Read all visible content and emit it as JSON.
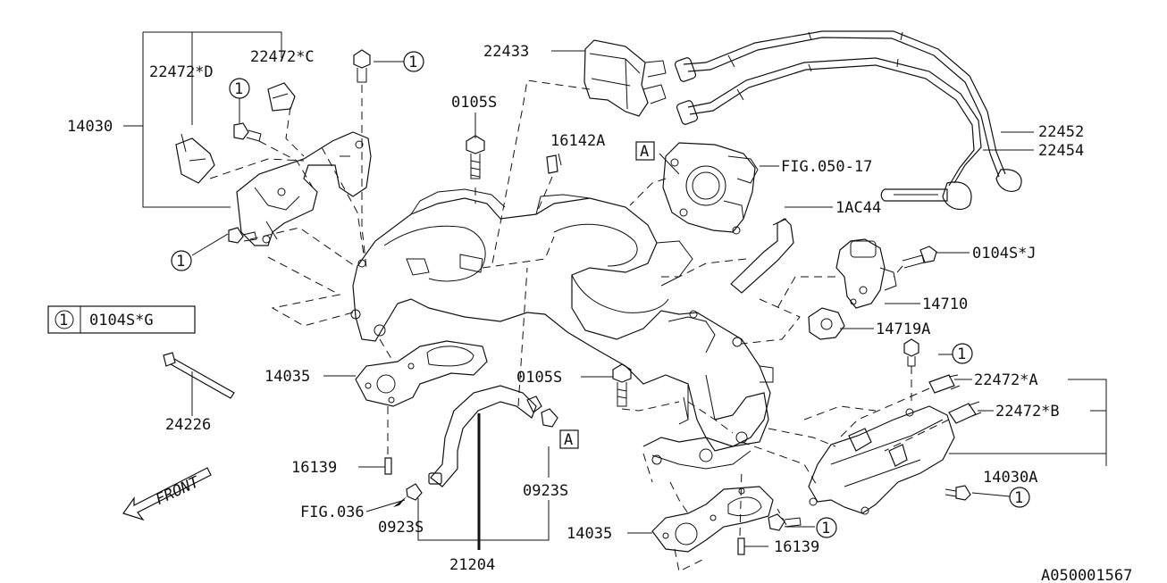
{
  "diagram": {
    "code": "A050001567",
    "legend": {
      "symbol": "1",
      "part": "0104S*G"
    },
    "direction_label": "FRONT",
    "refs": {
      "a": "A",
      "b": "A"
    },
    "parts": {
      "p14030": "14030",
      "p22472D": "22472*D",
      "p22472C": "22472*C",
      "p22433": "22433",
      "p0105S_top": "0105S",
      "p16142A": "16142A",
      "pFIG050": "FIG.050-17",
      "p22452": "22452",
      "p22454": "22454",
      "p1AC44": "1AC44",
      "p0104SJ": "0104S*J",
      "p14710": "14710",
      "p14719A": "14719A",
      "p22472A": "22472*A",
      "p22472B": "22472*B",
      "p14030A": "14030A",
      "p14035_left": "14035",
      "p0105S_mid": "0105S",
      "p24226": "24226",
      "p16139_left": "16139",
      "pFIG036": "FIG.036",
      "p0923S_left": "0923S",
      "p0923S_right": "0923S",
      "p21204": "21204",
      "p14035_right": "14035",
      "p16139_right": "16139"
    },
    "callout_number": "1"
  }
}
